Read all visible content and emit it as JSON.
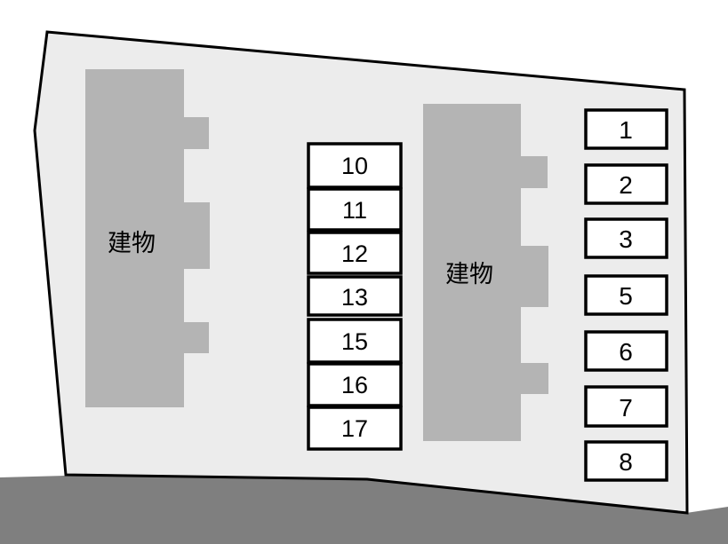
{
  "site_plan": {
    "buildings": [
      {
        "id": "left",
        "label": "建物"
      },
      {
        "id": "right",
        "label": "建物"
      }
    ],
    "parking_spaces": {
      "middle_column": [
        "10",
        "11",
        "12",
        "13",
        "15",
        "16",
        "17"
      ],
      "right_column": [
        "1",
        "2",
        "3",
        "5",
        "6",
        "7",
        "8"
      ]
    },
    "colors": {
      "site_fill": "#ececec",
      "building_fill": "#b4b4b4",
      "road_fill": "#7f7f7f",
      "outline": "#000000",
      "space_fill": "#ffffff"
    }
  }
}
